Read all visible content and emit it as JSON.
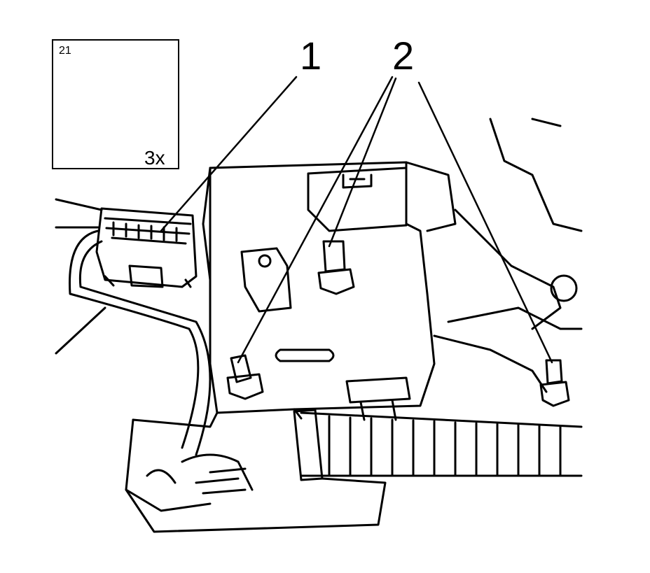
{
  "inset": {
    "part_code": "21",
    "quantity": "3x"
  },
  "callouts": {
    "one": "1",
    "two": "2"
  },
  "colors": {
    "ink": "#000000",
    "paper": "#ffffff"
  }
}
